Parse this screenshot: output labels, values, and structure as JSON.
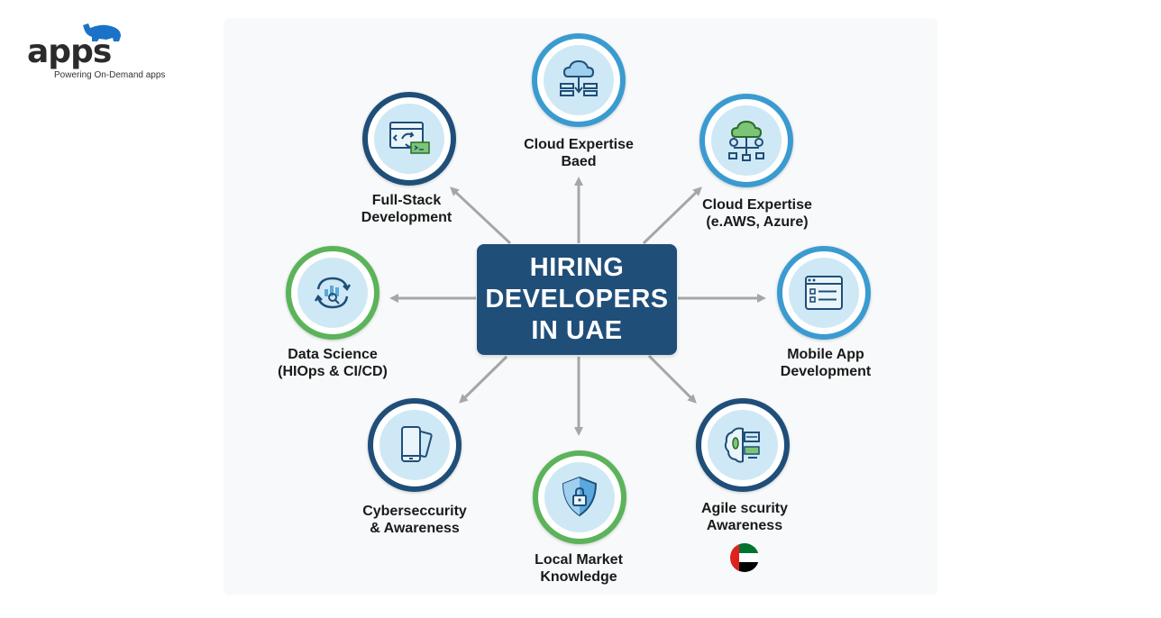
{
  "brand": {
    "name": "apps",
    "tagline": "Powering On-Demand apps",
    "accent_color": "#1a73c8"
  },
  "center": {
    "lines": [
      "HIRING",
      "DEVELOPERS",
      "IN UAE"
    ],
    "color": "#1f4e79"
  },
  "nodes": [
    {
      "id": "top",
      "label_lines": [
        "Cloud Expertise",
        "Baed"
      ],
      "icon": "cloud-server-icon",
      "ring": "#3a9bd1"
    },
    {
      "id": "top-right",
      "label_lines": [
        "Cloud Expertise",
        "(e.AWS, Azure)"
      ],
      "icon": "cloud-network-icon",
      "ring": "#3a9bd1"
    },
    {
      "id": "right",
      "label_lines": [
        "Mobile App",
        "Development"
      ],
      "icon": "browser-checklist-icon",
      "ring": "#3a9bd1"
    },
    {
      "id": "bottom-right",
      "label_lines": [
        "Agile scurity",
        "Awareness"
      ],
      "icon": "brain-circuit-icon",
      "ring": "#1f4e79"
    },
    {
      "id": "bottom",
      "label_lines": [
        "Local Market",
        "Knowledge"
      ],
      "icon": "shield-lock-icon",
      "ring": "#5bb35a"
    },
    {
      "id": "bottom-left",
      "label_lines": [
        "Cybersecсurity",
        "& Awareness"
      ],
      "icon": "mobile-devices-icon",
      "ring": "#1f4e79"
    },
    {
      "id": "left",
      "label_lines": [
        "Data Science",
        "(HIOps & CI/CD)"
      ],
      "icon": "data-cycle-icon",
      "ring": "#5bb35a"
    },
    {
      "id": "top-left",
      "label_lines": [
        "Full-Stack",
        "Development"
      ],
      "icon": "code-window-icon",
      "ring": "#1f4e79"
    }
  ],
  "flag": {
    "icon": "uae-flag-icon"
  }
}
